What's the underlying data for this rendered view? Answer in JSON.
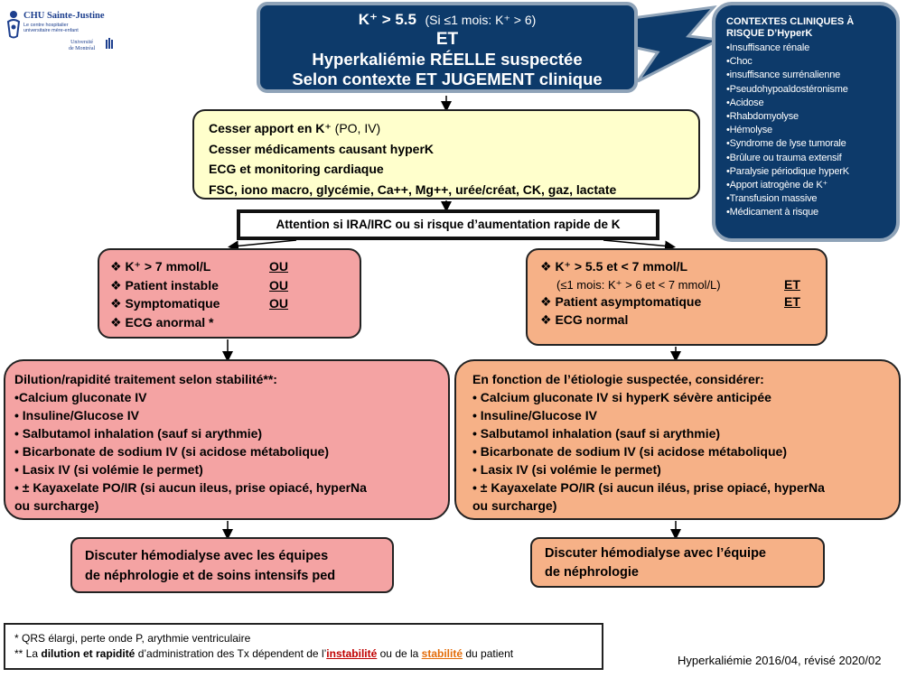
{
  "logo": {
    "name": "CHU Sainte-Justine",
    "tagline_1": "Le centre hospitalier",
    "tagline_2": "universitaire mère-enfant",
    "university_1": "Université",
    "university_2": "de Montréal"
  },
  "top": {
    "threshold": "K⁺ > 5.5",
    "threshold_note": "(Si ≤1 mois: K⁺ > 6)",
    "and": "ET",
    "line3": "Hyperkaliémie RÉELLE suspectée",
    "line4": "Selon contexte ET JUGEMENT clinique"
  },
  "context": {
    "title_1": "CONTEXTES CLINIQUES À",
    "title_2": "RISQUE D’HyperK",
    "items": [
      "•Insuffisance rénale",
      "•Choc",
      "•insuffisance surrénalienne",
      "•Pseudohypoaldostéronisme",
      "•Acidose",
      "•Rhabdomyolyse",
      "•Hémolyse",
      "•Syndrome de lyse tumorale",
      "•Brûlure ou trauma extensif",
      "•Paralysie périodique hyperK",
      "•Apport iatrogène de K⁺",
      "•Transfusion massive",
      "•Médicament à risque"
    ]
  },
  "initial": {
    "l1_bold": "Cesser apport en K⁺",
    "l1_normal": " (PO, IV)",
    "l2": "Cesser médicaments causant hyperK",
    "l3": "ECG et monitoring cardiaque",
    "l4": "FSC, iono macro, glycémie, Ca++, Mg++, urée/créat, CK, gaz, lactate"
  },
  "attention": "Attention si IRA/IRC ou si risque d’aumentation rapide de K",
  "unstable": {
    "items": [
      {
        "text": "❖ K⁺ > 7 mmol/L",
        "tag": "OU"
      },
      {
        "text": "❖ Patient instable",
        "tag": "OU"
      },
      {
        "text": "❖ Symptomatique",
        "tag": "OU"
      },
      {
        "text": "❖ ECG  anormal *",
        "tag": ""
      }
    ]
  },
  "stable": {
    "l1": "❖ K⁺ > 5.5 et < 7 mmol/L",
    "l2": "(≤1 mois: K⁺ > 6 et < 7 mmol/L)",
    "l2_tag": "ET",
    "l3": "❖ Patient asymptomatique",
    "l3_tag": "ET",
    "l4": "❖ ECG normal"
  },
  "treat_unstable": {
    "title": "Dilution/rapidité traitement selon stabilité**:",
    "items": [
      "•Calcium gluconate IV",
      "• Insuline/Glucose IV",
      "• Salbutamol inhalation (sauf si arythmie)",
      "• Bicarbonate de sodium IV  (si acidose métabolique)",
      "• Lasix IV (si volémie le permet)",
      "• ± Kayaxelate PO/IR (si aucun ileus, prise opiacé, hyperNa",
      "ou surcharge)"
    ]
  },
  "treat_stable": {
    "title": "En fonction de l’étiologie suspectée, considérer:",
    "items": [
      "• Calcium gluconate IV si hyperK sévère anticipée",
      "• Insuline/Glucose IV",
      "• Salbutamol inhalation (sauf si arythmie)",
      "• Bicarbonate de sodium IV  (si acidose métabolique)",
      "• Lasix IV (si volémie le permet)",
      "• ± Kayaxelate PO/IR (si aucun iléus, prise opiacé, hyperNa",
      "ou surcharge)"
    ]
  },
  "dialysis_unstable": {
    "l1": "Discuter hémodialyse avec les équipes",
    "l2": "de néphrologie et de soins intensifs ped"
  },
  "dialysis_stable": {
    "l1": "Discuter hémodialyse avec l’équipe",
    "l2": "de néphrologie"
  },
  "footnotes": {
    "n1": "*  QRS élargi, perte onde P, arythmie ventriculaire",
    "n2_a": "** La ",
    "n2_b": "dilution et rapidité",
    "n2_c": " d’administration des Tx dépendent de l’",
    "n2_d": "instabilité",
    "n2_e": " ou de la ",
    "n2_f": "stabilité",
    "n2_g": " du patient"
  },
  "date": "Hyperkaliémie 2016/04, révisé 2020/02",
  "colors": {
    "navy": "#0d3a6a",
    "yellow": "#ffffcc",
    "pink": "#f4a3a3",
    "orange": "#f6b187",
    "red_text": "#c00000",
    "orange_text": "#e36c09"
  }
}
